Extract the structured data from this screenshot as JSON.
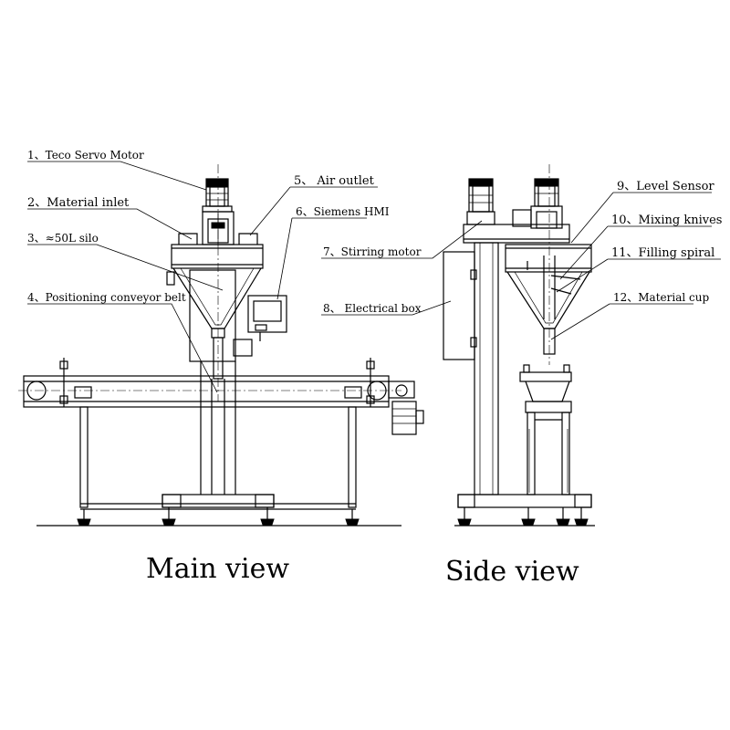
{
  "labels": {
    "l1": "1、Teco Servo Motor",
    "l2": "2、Material inlet",
    "l3": "3、≈50L silo",
    "l4": "4、Positioning conveyor belt",
    "l5": "5、 Air outlet",
    "l6": "6、Siemens HMI",
    "l7": "7、Stirring motor",
    "l8": "8、 Electrical box",
    "l9": "9、Level Sensor",
    "l10": "10、Mixing knives",
    "l11": "11、Filling spiral",
    "l12": "12、Material cup"
  },
  "captions": {
    "main": "Main view",
    "side": "Side view"
  }
}
